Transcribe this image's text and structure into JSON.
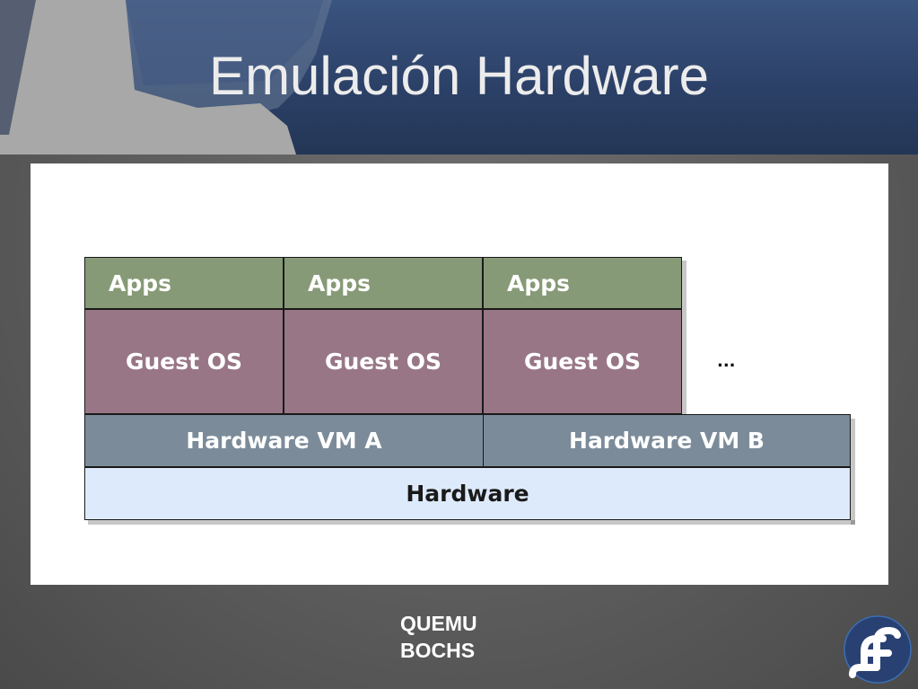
{
  "slide": {
    "title": "Emulación Hardware"
  },
  "diagram": {
    "apps": [
      "Apps",
      "Apps",
      "Apps"
    ],
    "guest_os": [
      "Guest OS",
      "Guest OS",
      "Guest OS"
    ],
    "ellipsis": "...",
    "hardware_vm": [
      "Hardware VM A",
      "Hardware VM B"
    ],
    "hardware": "Hardware"
  },
  "footer": {
    "lines": [
      "QUEMU",
      "BOCHS"
    ]
  },
  "colors": {
    "header": "#2c4168",
    "apps": "#879a77",
    "guest_os": "#987686",
    "hardware_vm": "#7b8b99",
    "hardware": "#ddeafb"
  },
  "icons": {
    "logo": "fedora-logo-icon"
  }
}
